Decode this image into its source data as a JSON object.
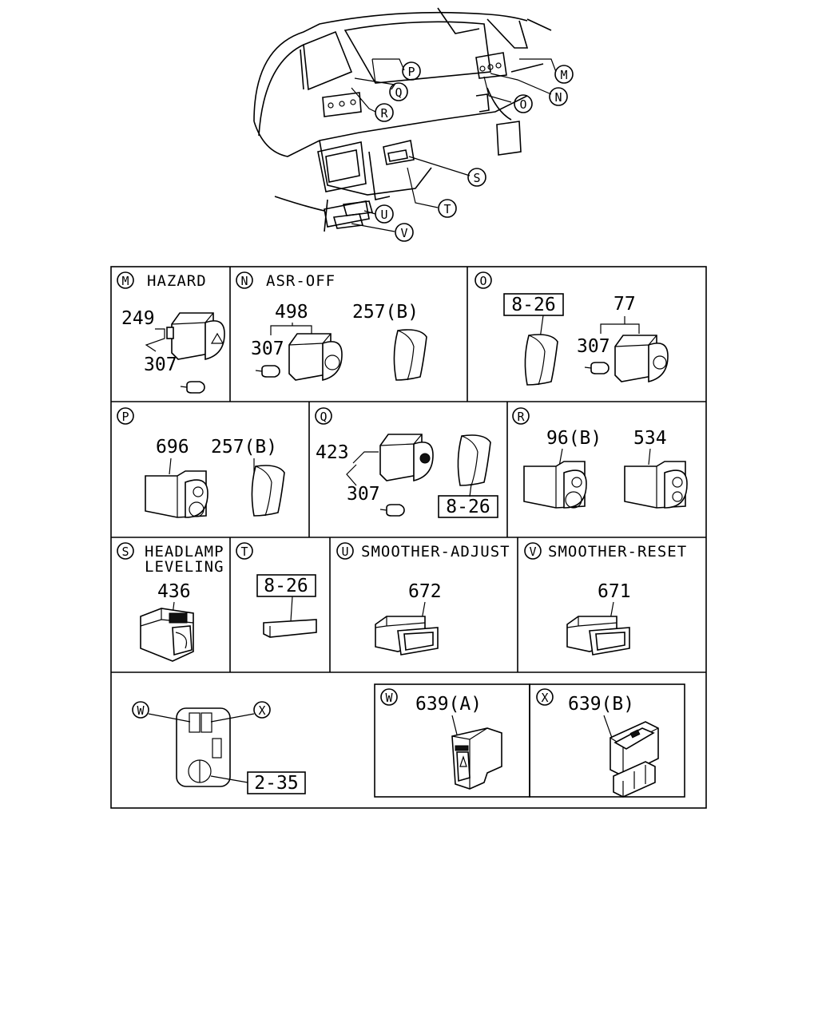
{
  "overview": {
    "callouts": [
      "M",
      "N",
      "O",
      "P",
      "Q",
      "R",
      "S",
      "T",
      "U",
      "V"
    ]
  },
  "panels": {
    "M": {
      "letter": "M",
      "title": "HAZARD",
      "parts": [
        "249",
        "307"
      ]
    },
    "N": {
      "letter": "N",
      "title": "ASR-OFF",
      "parts": [
        "498",
        "307",
        "257(B)"
      ]
    },
    "O": {
      "letter": "O",
      "title": "",
      "ref": "8-26",
      "parts": [
        "77",
        "307"
      ]
    },
    "P": {
      "letter": "P",
      "title": "",
      "parts": [
        "696",
        "257(B)"
      ]
    },
    "Q": {
      "letter": "Q",
      "title": "",
      "ref": "8-26",
      "parts": [
        "423",
        "307"
      ]
    },
    "R": {
      "letter": "R",
      "title": "",
      "parts": [
        "96(B)",
        "534"
      ]
    },
    "S": {
      "letter": "S",
      "title_line1": "HEADLAMP",
      "title_line2": "LEVELING",
      "parts": [
        "436"
      ]
    },
    "T": {
      "letter": "T",
      "title": "",
      "ref": "8-26"
    },
    "U": {
      "letter": "U",
      "title": "SMOOTHER-ADJUST",
      "parts": [
        "672"
      ]
    },
    "V": {
      "letter": "V",
      "title": "SMOOTHER-RESET",
      "parts": [
        "671"
      ]
    },
    "bottom": {
      "letters": [
        "W",
        "X"
      ],
      "ref": "2-35"
    },
    "W": {
      "letter": "W",
      "parts": [
        "639(A)"
      ]
    },
    "X": {
      "letter": "X",
      "parts": [
        "639(B)"
      ]
    }
  },
  "icons": [
    "switch-hazard",
    "switch-asr",
    "bulb",
    "cover-plate",
    "dial-switch",
    "rocker-switch"
  ]
}
